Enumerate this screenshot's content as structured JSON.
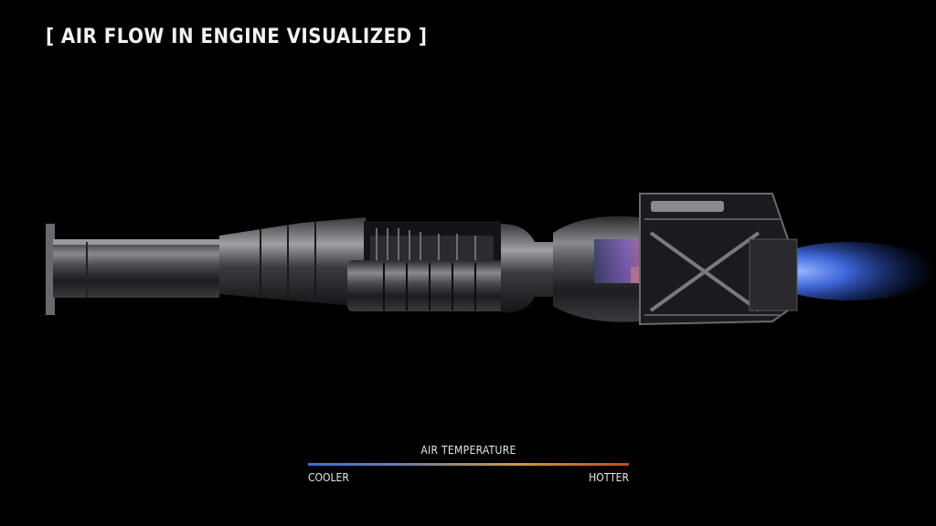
{
  "title": "[ AIR FLOW IN ENGINE VISUALIZED ]",
  "legend": {
    "title": "AIR TEMPERATURE",
    "cooler": "COOLER",
    "hotter": "HOTTER"
  },
  "colors": {
    "background": "#000000",
    "cool": "#3a6fd8",
    "hot": "#c04a22",
    "flame": "#4a78ff"
  }
}
